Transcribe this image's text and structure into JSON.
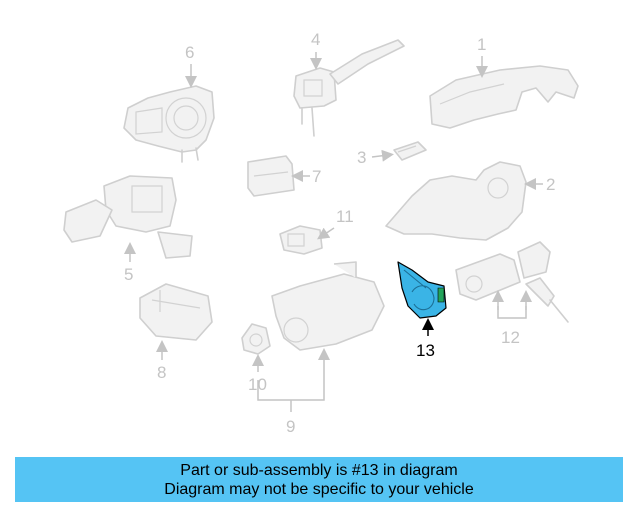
{
  "callouts": {
    "c1": "1",
    "c2": "2",
    "c3": "3",
    "c4": "4",
    "c5": "5",
    "c6": "6",
    "c7": "7",
    "c8": "8",
    "c9": "9",
    "c10": "10",
    "c11": "11",
    "c12": "12",
    "c13": "13"
  },
  "highlight": {
    "part": "13",
    "color": "#3ab4e6"
  },
  "banner": {
    "line1": "Part or sub-assembly is #13 in diagram",
    "line2": "Diagram may not be specific to your vehicle",
    "color": "#55c4f4"
  }
}
